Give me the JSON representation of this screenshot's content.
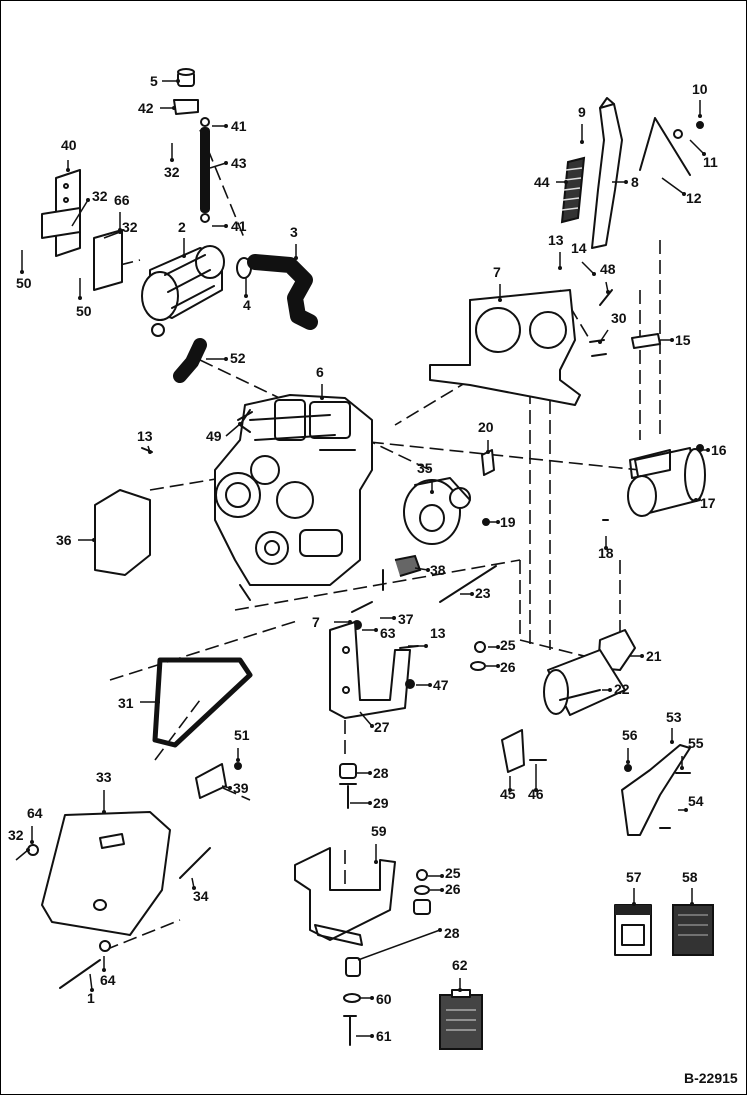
{
  "drawing_id": "B-22915",
  "watermark": "",
  "callouts": [
    "1",
    "2",
    "3",
    "4",
    "5",
    "6",
    "7",
    "8",
    "9",
    "10",
    "11",
    "12",
    "13",
    "14",
    "15",
    "16",
    "17",
    "18",
    "19",
    "20",
    "21",
    "22",
    "23",
    "25",
    "26",
    "27",
    "28",
    "29",
    "30",
    "31",
    "32",
    "33",
    "34",
    "35",
    "36",
    "37",
    "38",
    "39",
    "40",
    "41",
    "42",
    "43",
    "44",
    "45",
    "46",
    "47",
    "48",
    "49",
    "50",
    "51",
    "52",
    "53",
    "54",
    "55",
    "56",
    "57",
    "58",
    "59",
    "60",
    "61",
    "62",
    "63",
    "64",
    "66"
  ]
}
